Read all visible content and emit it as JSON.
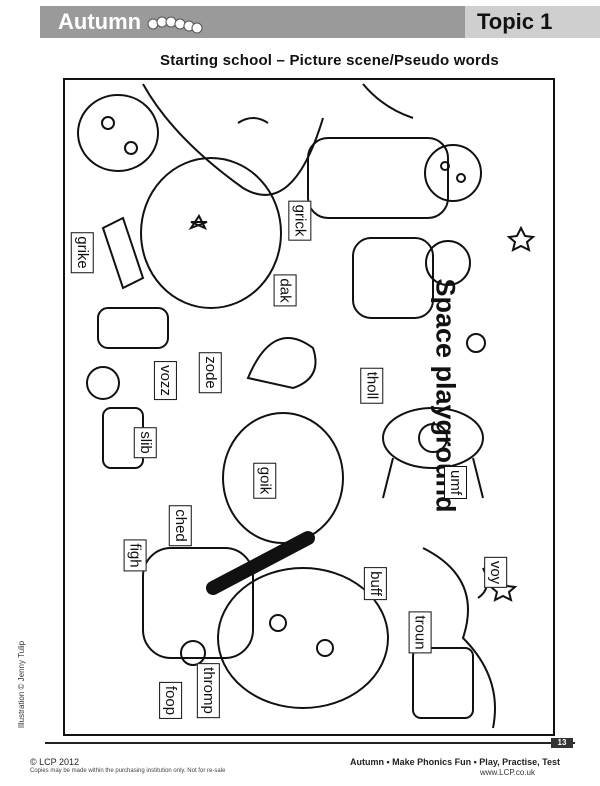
{
  "header": {
    "season": "Autumn",
    "topic": "Topic 1",
    "subtitle": "Starting school – Picture scene/Pseudo words"
  },
  "scene": {
    "title": "Space playground",
    "words": [
      "grick",
      "grike",
      "dak",
      "vozz",
      "zode",
      "slib",
      "tholl",
      "goik",
      "umf",
      "ched",
      "figh",
      "buff",
      "voy",
      "troun",
      "thromp",
      "foop"
    ]
  },
  "credit": "Illustration © Jenny Tulip",
  "footer": {
    "copyright": "© LCP 2012",
    "note": "Copies may be made within the purchasing institution only. Not for re-sale",
    "series": "Autumn • Make Phonics Fun • Play, Practise, Test",
    "website": "www.LCP.co.uk",
    "page": "13"
  },
  "colors": {
    "header_dark": "#9a9a9a",
    "header_light": "#cfcfcf",
    "line": "#111111"
  }
}
